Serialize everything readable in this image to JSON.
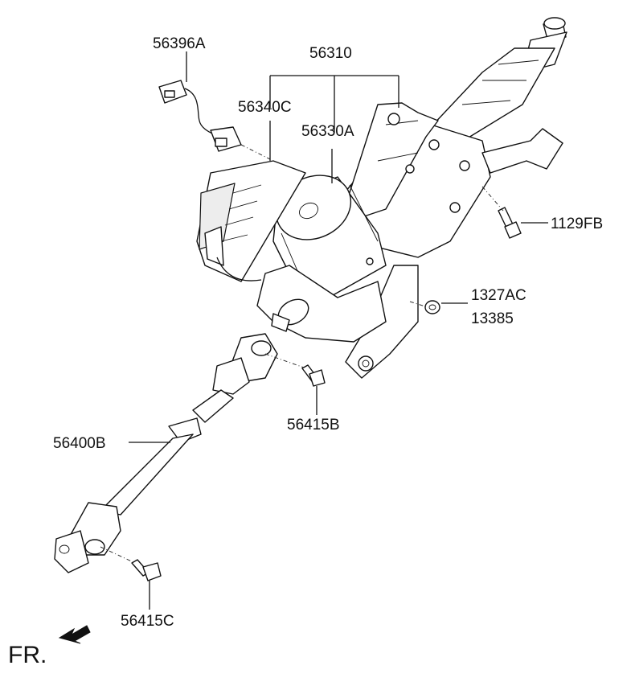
{
  "labels": {
    "p56396A": "56396A",
    "p56310": "56310",
    "p56340C": "56340C",
    "p56330A": "56330A",
    "p1129FB": "1129FB",
    "p1327AC": "1327AC",
    "p13385": "13385",
    "p56415B": "56415B",
    "p56400B": "56400B",
    "p56415C": "56415C"
  },
  "direction": {
    "text": "FR."
  }
}
